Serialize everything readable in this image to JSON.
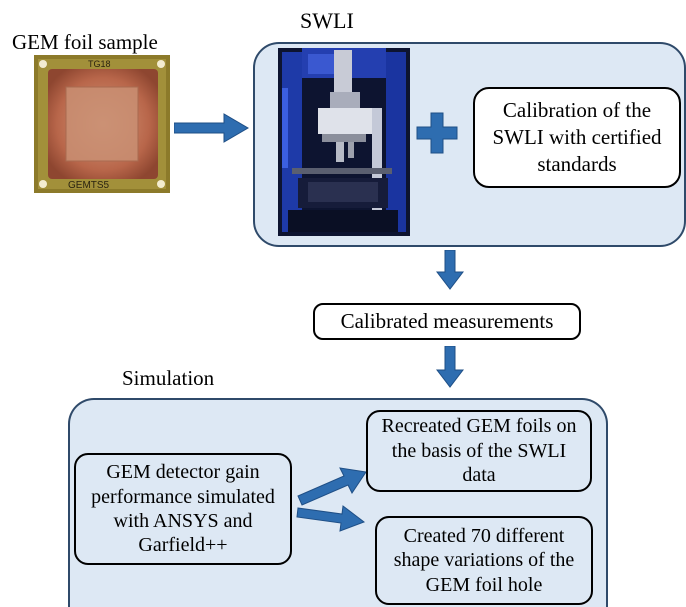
{
  "sample": {
    "title": "GEM foil sample",
    "corner_label": "TG18",
    "edge_label": "GEMTS5"
  },
  "swli": {
    "title": "SWLI",
    "calibration_text": "Calibration of the SWLI with certified standards"
  },
  "calibrated": {
    "text": "Calibrated measurements"
  },
  "simulation": {
    "title": "Simulation",
    "gain_text": "GEM detector gain performance simulated with ANSYS and Garfield++",
    "recreated_text": "Recreated GEM foils on the basis of the SWLI data",
    "variations_text": "Created 70 different shape variations of the GEM foil hole"
  },
  "colors": {
    "panel_fill": "#dde8f4",
    "panel_border": "#2f4a6a",
    "arrow": "#2e6db0",
    "plus": "#2e6db0"
  }
}
